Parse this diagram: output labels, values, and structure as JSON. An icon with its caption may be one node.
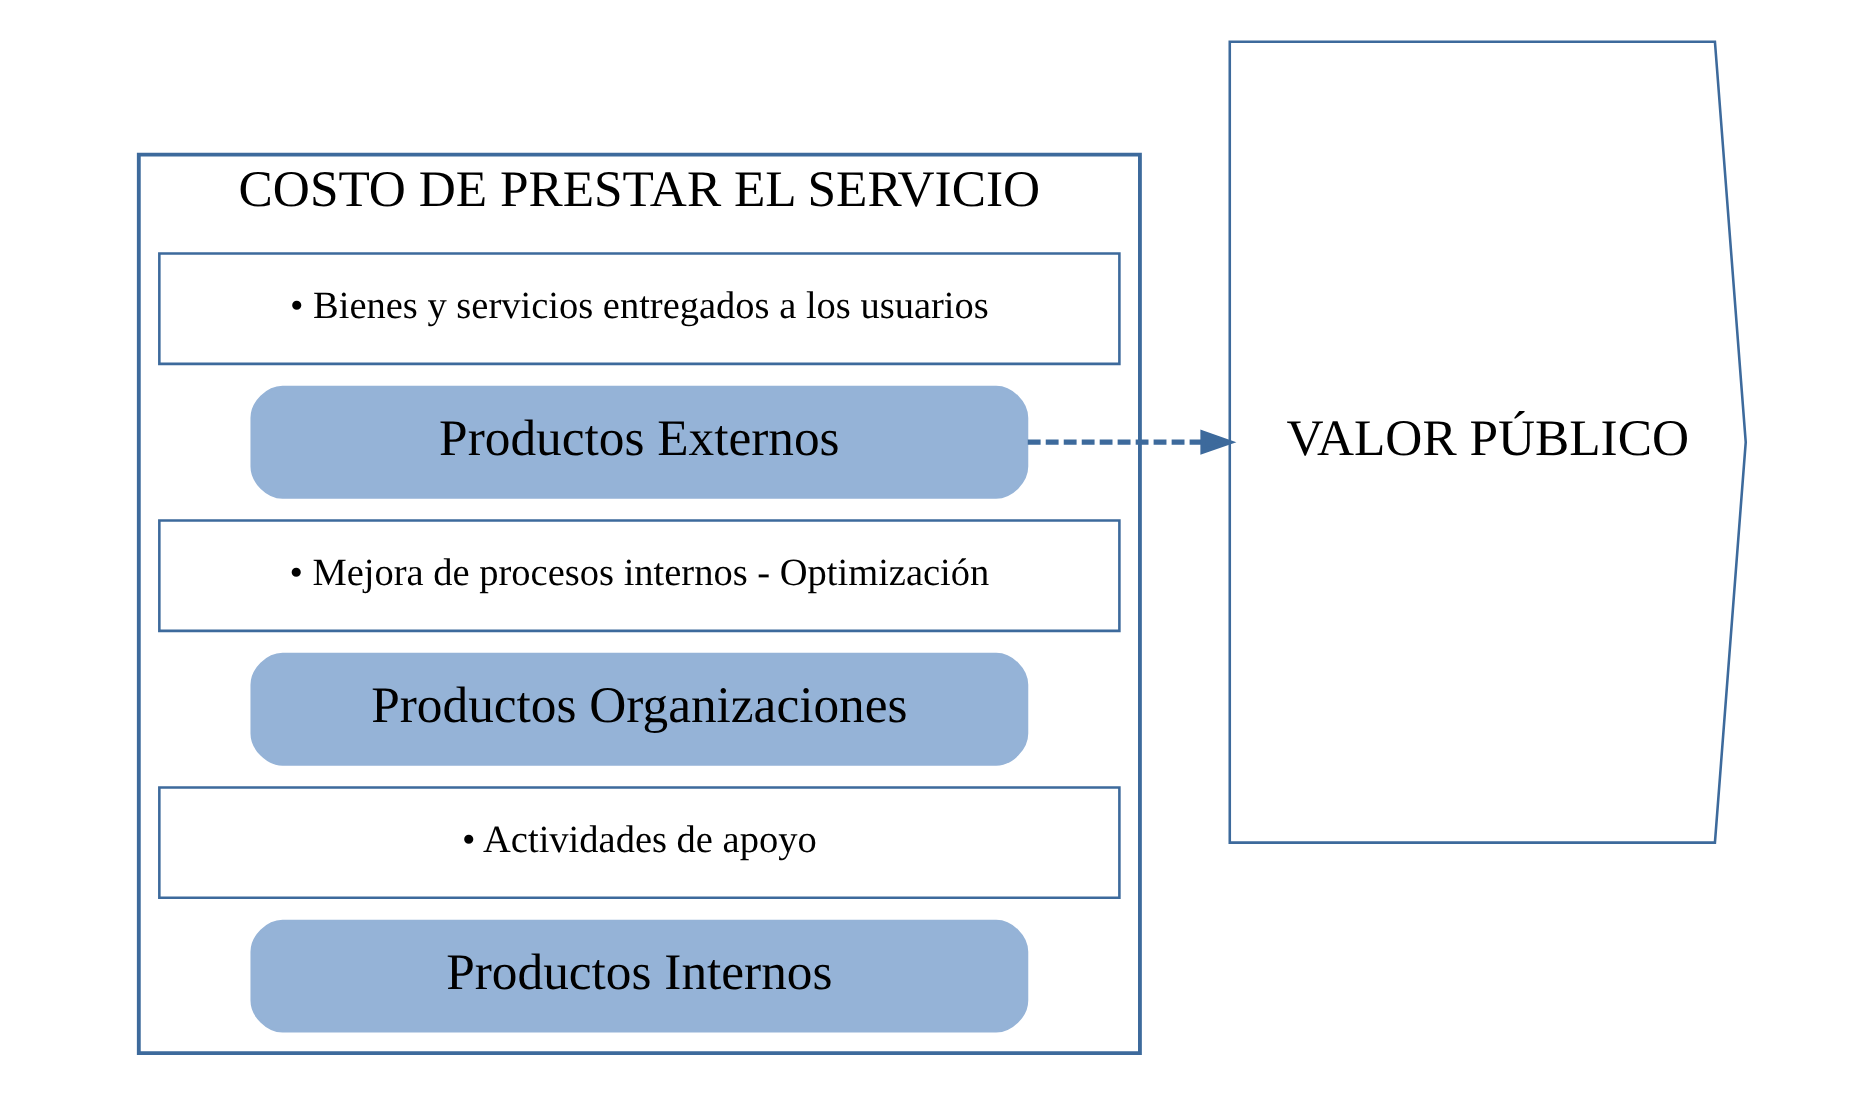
{
  "diagram": {
    "nodes": [
      {
        "text": [
          "COSTO DE PRESTAR EL SERVICIO"
        ]
      },
      {
        "text": [
          "Productos Internos"
        ],
        "in": 0
      },
      {
        "text": [
          "• Actividades de apoyo"
        ],
        "in": 0
      },
      {
        "text": [
          "Productos Organizaciones"
        ],
        "in": 0
      },
      {
        "text": [
          "• Mejora de procesos internos - Optimización"
        ],
        "in": 0
      },
      {
        "text": [
          "Productos Externos"
        ],
        "in": 0
      },
      {
        "text": [
          "• Bienes y servicios entregados a los usuarios"
        ],
        "in": 0
      },
      {
        "text": [
          "VALOR PÚBLICO"
        ]
      }
    ],
    "edges": [
      {
        "from": 5,
        "to": 7,
        "arrow": "to",
        "style": "dashed"
      }
    ]
  }
}
